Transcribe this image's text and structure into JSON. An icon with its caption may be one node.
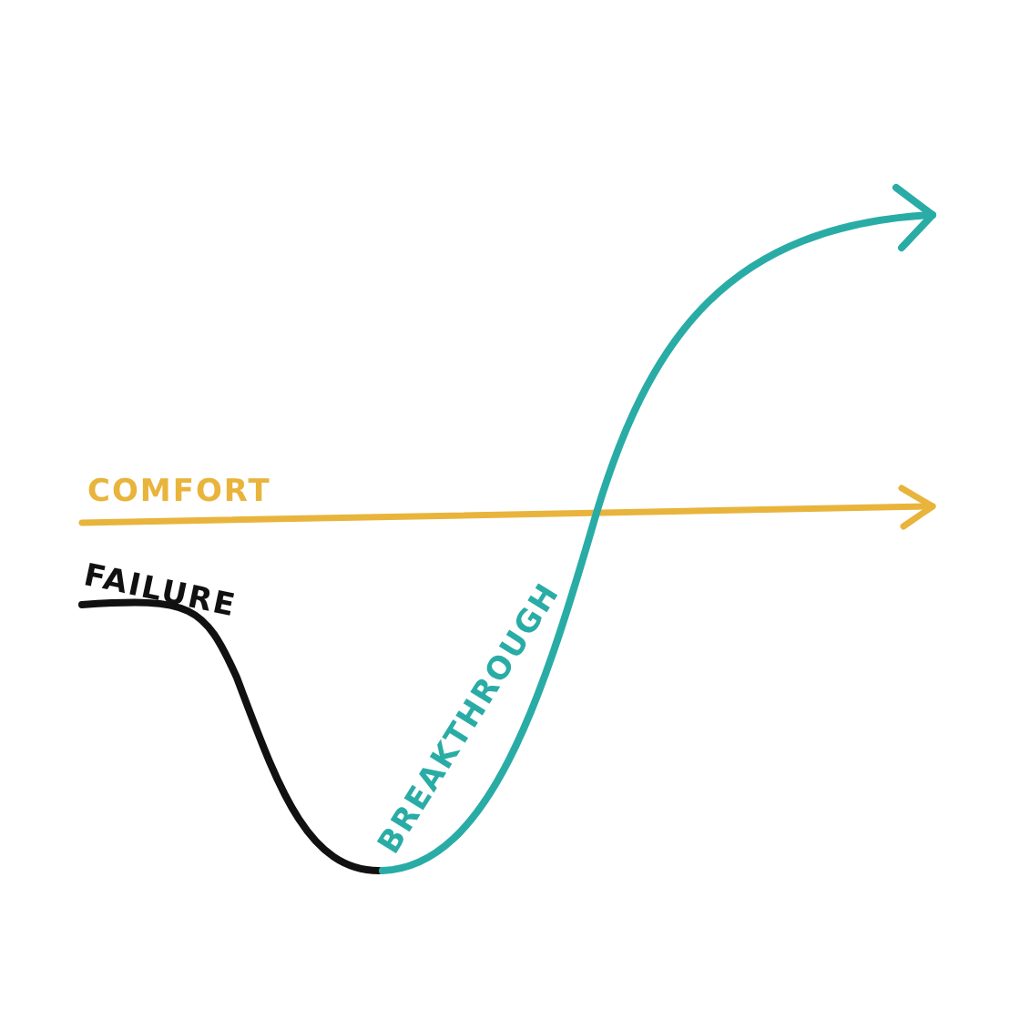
{
  "diagram": {
    "labels": [
      "COMFORT",
      "FAILURE",
      "BREAKTHROUGH"
    ]
  }
}
